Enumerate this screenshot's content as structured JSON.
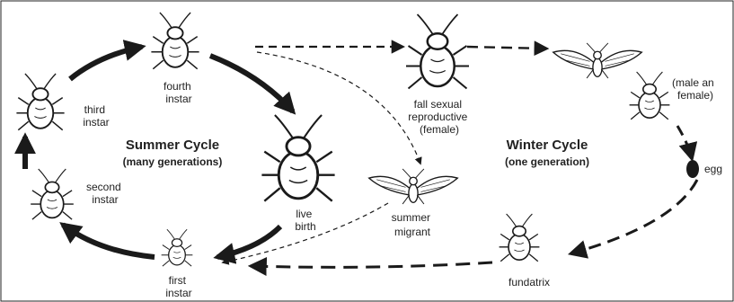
{
  "colors": {
    "ink": "#1a1a1a",
    "background": "#ffffff",
    "frame": "#222222"
  },
  "cycles": {
    "summer_title": "Summer Cycle",
    "summer_subtitle": "(many generations)",
    "winter_title": "Winter Cycle",
    "winter_subtitle": "(one generation)"
  },
  "stages": {
    "third_instar_1": "third",
    "third_instar_2": "instar",
    "fourth_instar_1": "fourth",
    "fourth_instar_2": "instar",
    "second_instar_1": "second",
    "second_instar_2": "instar",
    "first_instar_1": "first",
    "first_instar_2": "instar",
    "live_birth_1": "live",
    "live_birth_2": "birth",
    "fall_sexual_1": "fall sexual",
    "fall_sexual_2": "reproductive",
    "fall_sexual_3": "(female)",
    "male_female_1": "(male an",
    "male_female_2": "female)",
    "summer_migrant_1": "summer",
    "summer_migrant_2": "migrant",
    "egg": "egg",
    "fundatrix": "fundatrix"
  },
  "icons": [
    "aphid-nymph-icon",
    "aphid-adult-icon",
    "winged-aphid-icon",
    "egg-icon",
    "arrow-icon"
  ]
}
